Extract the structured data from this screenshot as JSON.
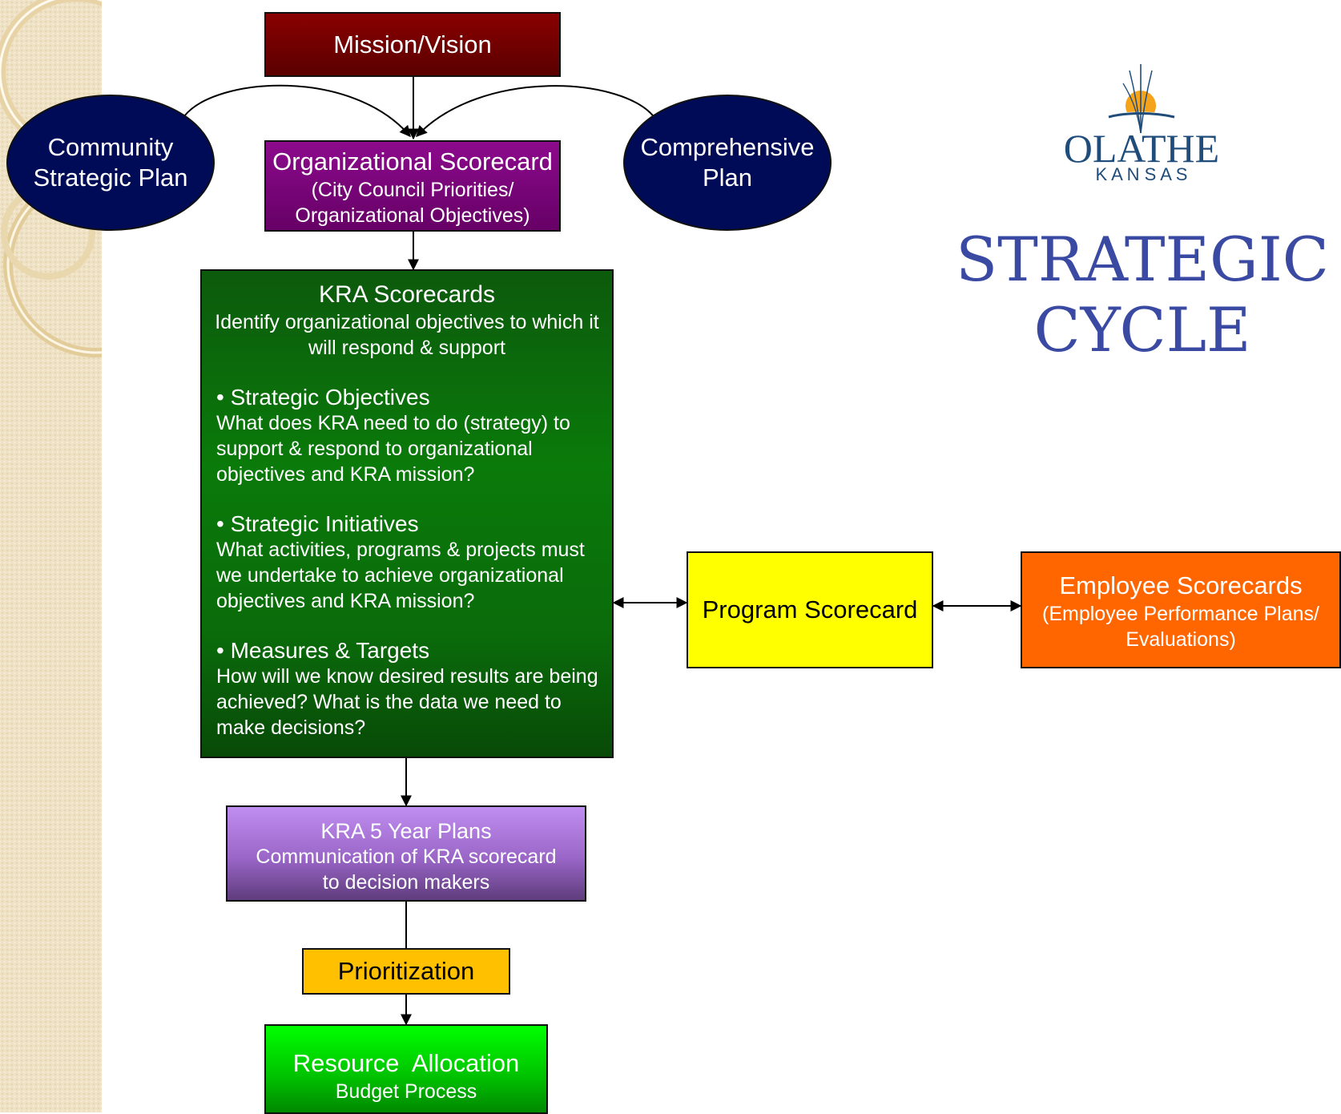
{
  "title": {
    "line1": "STRATEGIC",
    "line2": "CYCLE"
  },
  "logo": {
    "name": "OLATHE",
    "state": "K A N S A S",
    "accent": "#f4a31a",
    "color": "#1f4c7a"
  },
  "nodes": {
    "mission": {
      "label": "Mission/Vision",
      "color": "#7a0000"
    },
    "community": {
      "line1": "Community",
      "line2": "Strategic Plan",
      "color": "#000b57"
    },
    "comprehensive": {
      "line1": "Comprehensive",
      "line2": "Plan",
      "color": "#000b57"
    },
    "org": {
      "title": "Organizational Scorecard",
      "line2": "(City Council Priorities/",
      "line3": "Organizational Objectives)",
      "color": "#800080"
    },
    "kra": {
      "title": "KRA Scorecards",
      "intro": "Identify organizational objectives to which it will respond & support",
      "sections": [
        {
          "heading": "Strategic Objectives",
          "text": "What does KRA need to do (strategy) to support & respond to organizational objectives and KRA mission?"
        },
        {
          "heading": "Strategic Initiatives",
          "text": "What activities, programs & projects must we undertake to achieve organizational objectives and KRA mission?"
        },
        {
          "heading": "Measures & Targets",
          "text": "How will we know desired results are being achieved? What is the data we need to make decisions?"
        }
      ],
      "color": "#0a6b0a"
    },
    "program": {
      "label": "Program Scorecard",
      "color": "#ffff00"
    },
    "employee": {
      "title": "Employee Scorecards",
      "line2": "(Employee Performance Plans/",
      "line3": "Evaluations)",
      "color": "#ff6600"
    },
    "kra5": {
      "title": "KRA 5 Year Plans",
      "line2": "Communication of KRA scorecard",
      "line3": "to decision makers",
      "color": "#b07ae0"
    },
    "prioritization": {
      "label": "Prioritization",
      "color": "#ffc000"
    },
    "resource": {
      "title": "Resource  Allocation",
      "line2": "Budget Process",
      "color": "#00dd00"
    }
  }
}
